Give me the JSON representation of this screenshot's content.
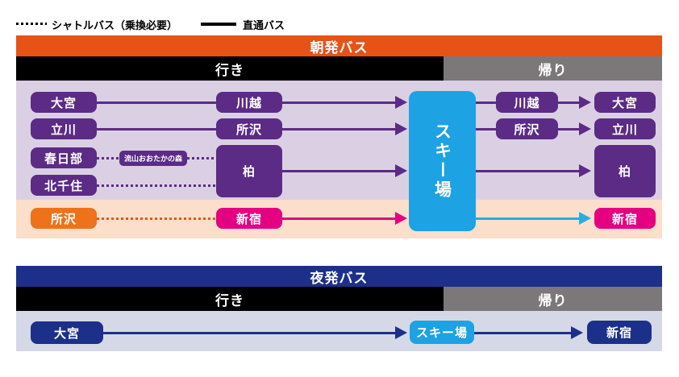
{
  "legend": {
    "shuttle": "シャトルバス（乗換必要）",
    "direct": "直通バス"
  },
  "morning": {
    "title": "朝発バス",
    "go": "行き",
    "return": "帰り",
    "ski": "スキー場",
    "out_left": {
      "omiya": "大宮",
      "tachikawa": "立川",
      "kasukabe": "春日部",
      "kitasenju": "北千住",
      "tokorozawa": "所沢"
    },
    "out_mid": {
      "kawagoe": "川越",
      "tokorozawa": "所沢",
      "nagareyama": "流山おおたかの森",
      "kashiwa": "柏",
      "shinjuku": "新宿"
    },
    "ret_mid": {
      "kawagoe": "川越",
      "tokorozawa": "所沢"
    },
    "ret_right": {
      "omiya": "大宮",
      "tachikawa": "立川",
      "kashiwa": "柏",
      "shinjuku": "新宿"
    }
  },
  "night": {
    "title": "夜発バス",
    "go": "行き",
    "return": "帰り",
    "omiya": "大宮",
    "ski": "スキー場",
    "shinjuku": "新宿"
  },
  "colors": {
    "morning_header": "#e75217",
    "night_header": "#1d3089",
    "outbound_bar": "#000000",
    "return_bar": "#7c787a",
    "morning_body": "#dbd0e3",
    "morning_body_lower": "#fbdfca",
    "night_body": "#d5d9e7",
    "station_purple": "#5c2b86",
    "station_orange": "#ee7219",
    "station_pink": "#e50082",
    "station_navy": "#1d3089",
    "ski_blue": "#1da2e3",
    "return_shinjuku_line": "#2aabe2",
    "shuttle_dotted_orange": "#e95513"
  }
}
